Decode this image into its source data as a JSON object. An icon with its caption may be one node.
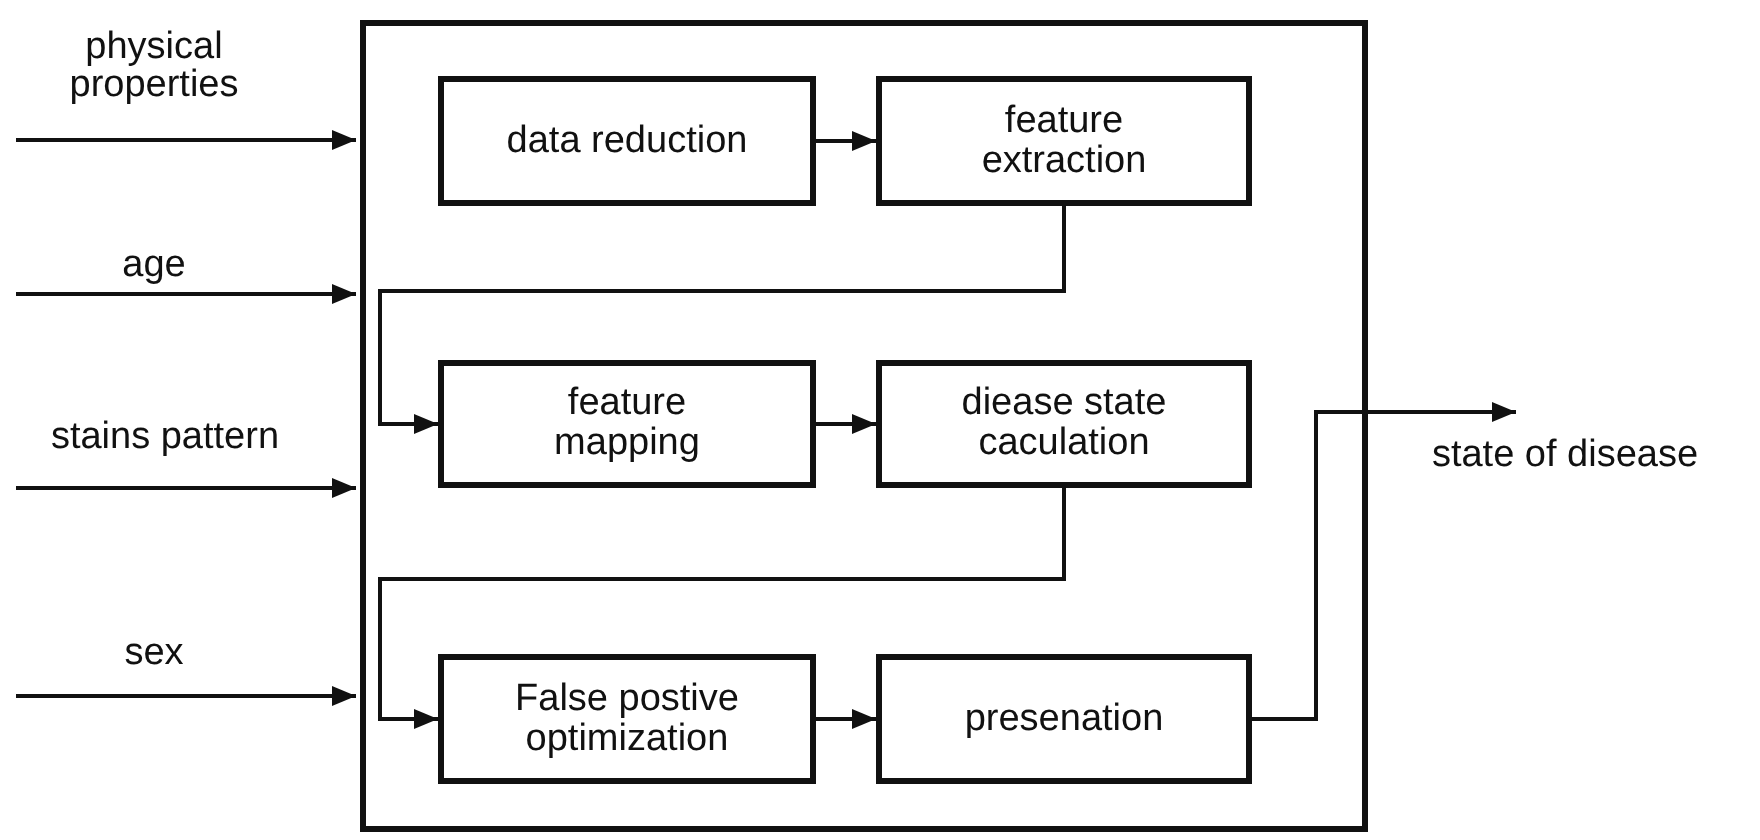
{
  "diagram": {
    "nodes": [
      {
        "text": [],
        "shape": "box"
      },
      {
        "text": [
          "data reduction"
        ],
        "in": 0
      },
      {
        "text": [
          "feature extraction"
        ],
        "in": 0
      },
      {
        "text": [
          "feature mapping"
        ],
        "in": 0
      },
      {
        "text": [
          "diease state caculation"
        ],
        "in": 0
      },
      {
        "text": [
          "False postive optimization"
        ],
        "in": 0
      },
      {
        "text": [
          "presenation"
        ],
        "in": 0
      }
    ],
    "edges": [
      {
        "from": null,
        "to": 0,
        "arrow": "to",
        "label": "physical properties"
      },
      {
        "from": null,
        "to": 0,
        "arrow": "to",
        "label": "age"
      },
      {
        "from": null,
        "to": 0,
        "arrow": "to",
        "label": "stains pattern"
      },
      {
        "from": null,
        "to": 0,
        "arrow": "to",
        "label": "sex"
      },
      {
        "from": 1,
        "to": 2,
        "arrow": "to"
      },
      {
        "from": 2,
        "to": 3,
        "arrow": "to"
      },
      {
        "from": 3,
        "to": 4,
        "arrow": "to"
      },
      {
        "from": 4,
        "to": 5,
        "arrow": "to"
      },
      {
        "from": 5,
        "to": 6,
        "arrow": "to"
      },
      {
        "from": 6,
        "to": null,
        "arrow": "to",
        "label": "state of disease"
      }
    ]
  }
}
